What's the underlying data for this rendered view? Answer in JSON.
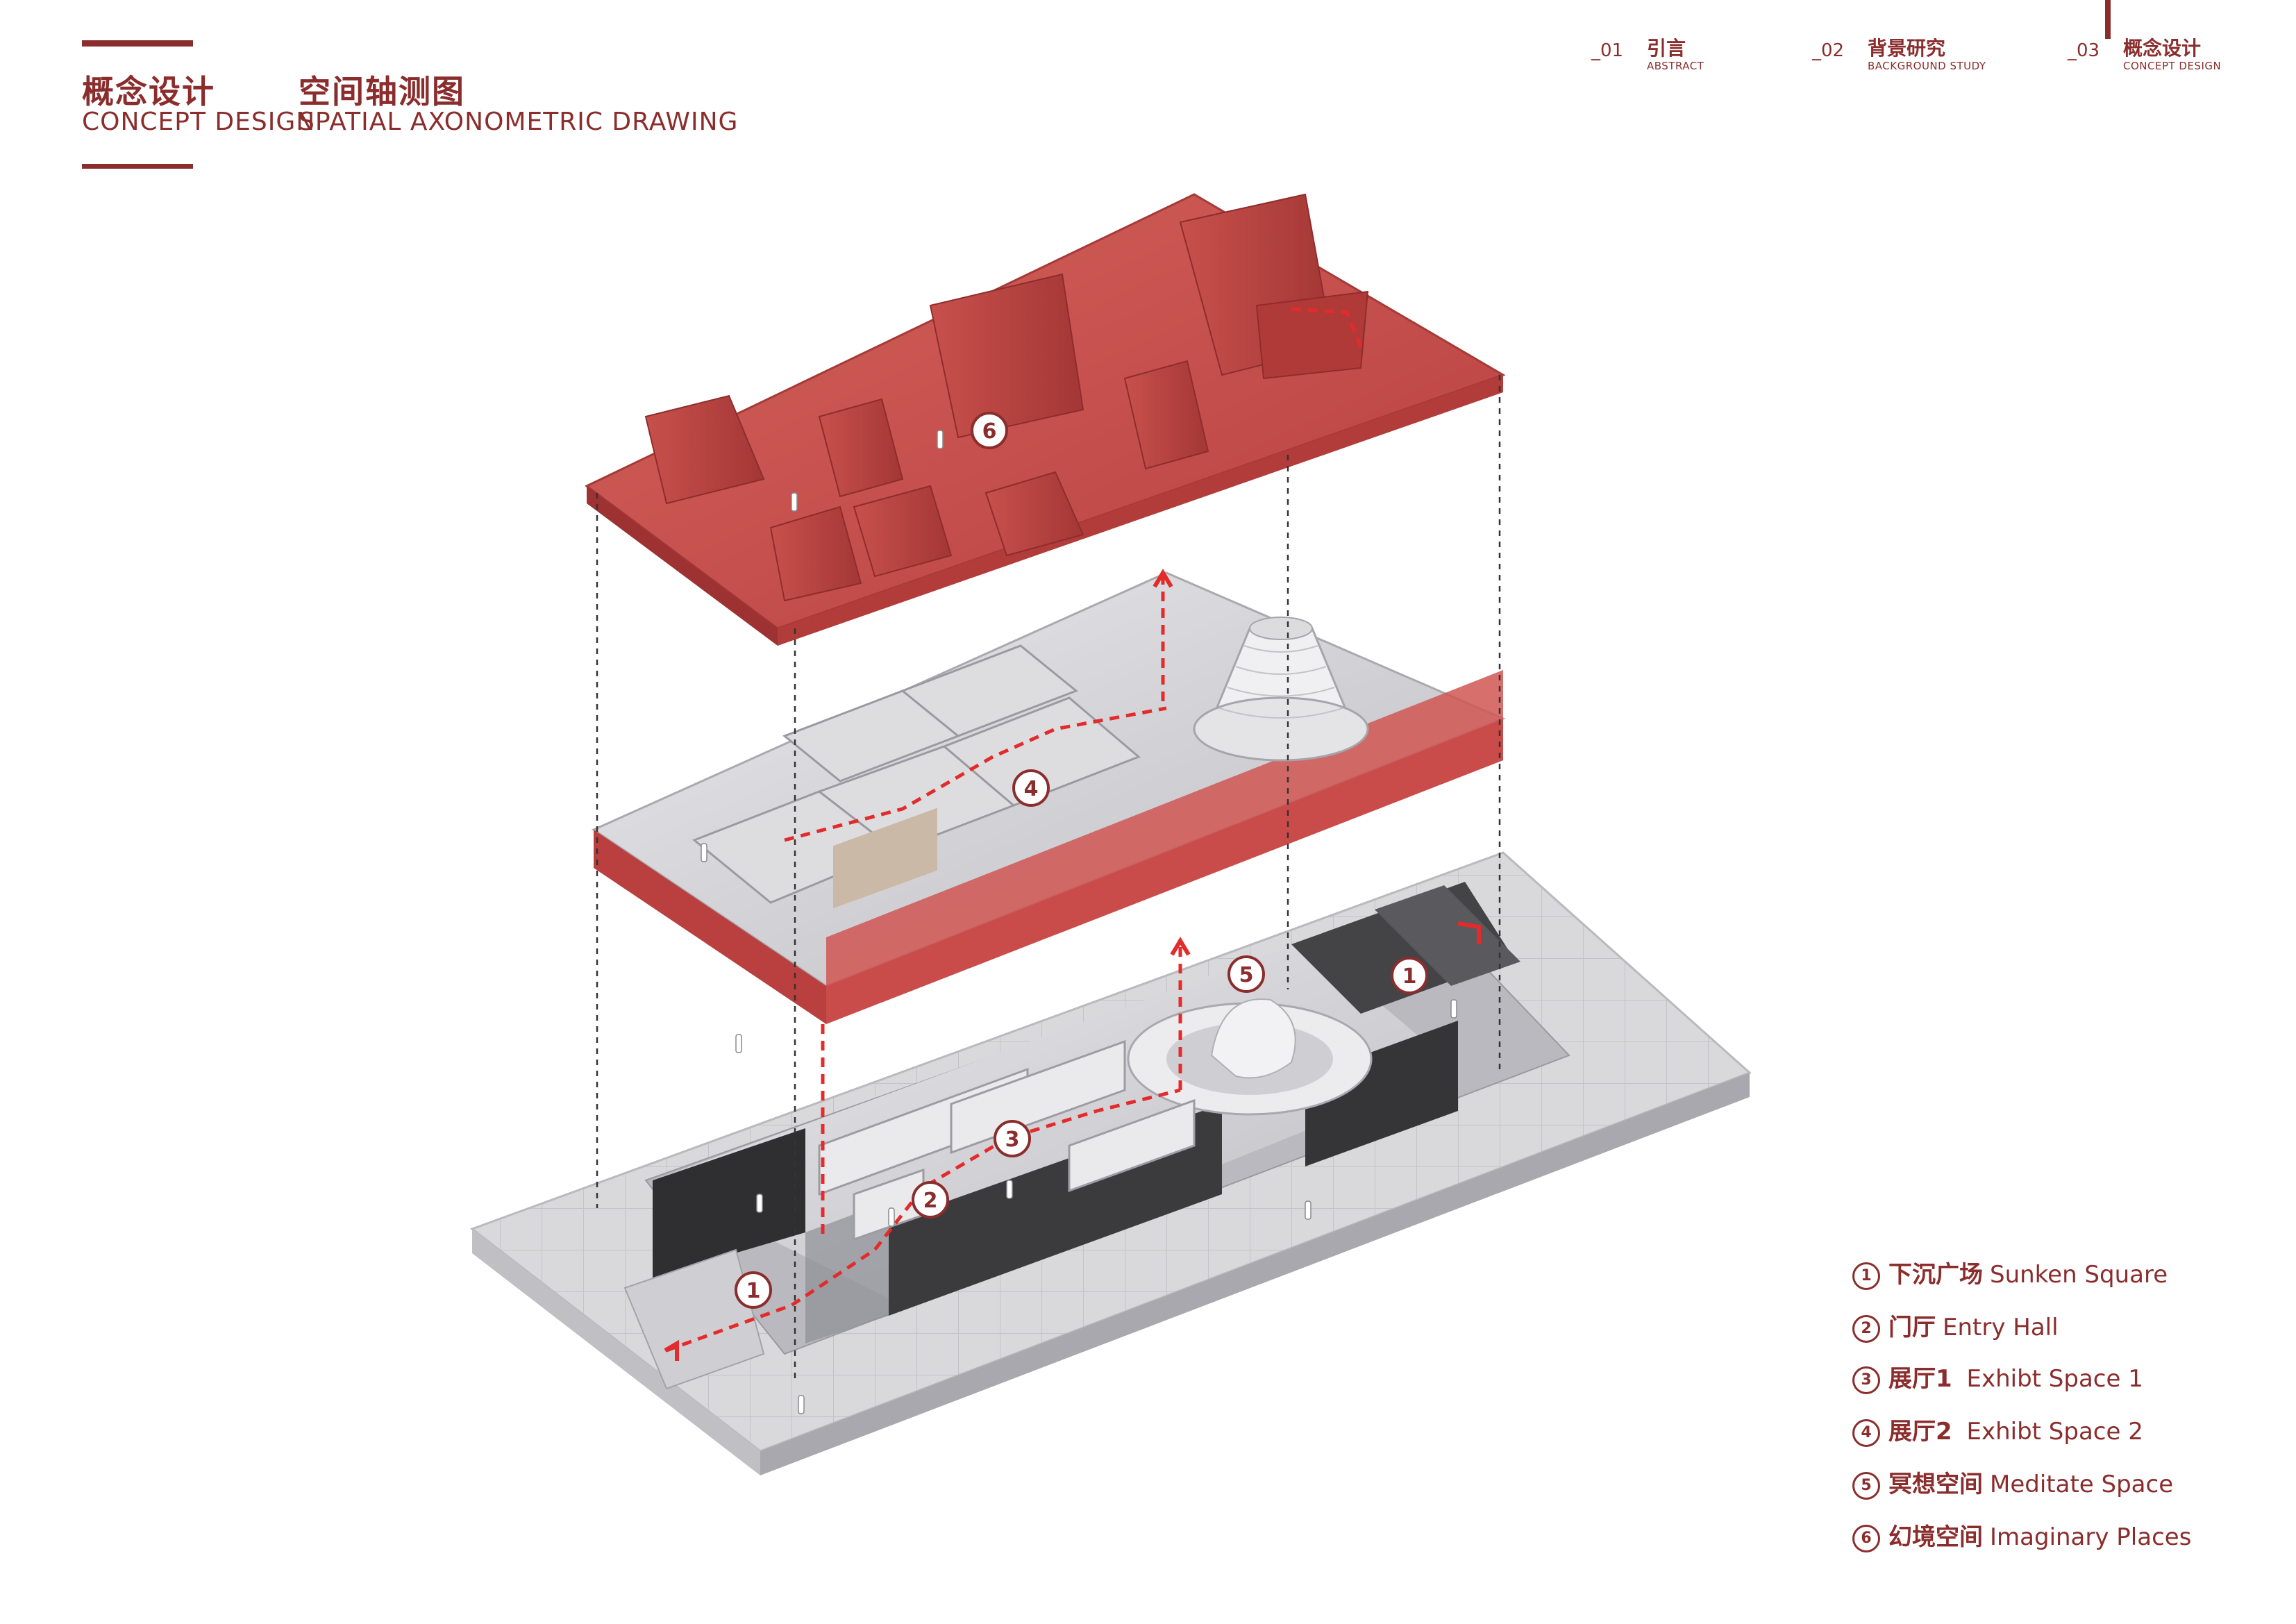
{
  "header": {
    "title_cn_1": "概念设计",
    "title_cn_2": "空间轴测图",
    "title_en_1": "CONCEPT DESIGN",
    "title_en_2": "SPATIAL AXONOMETRIC DRAWING"
  },
  "nav": [
    {
      "num": "_01",
      "cn": "引言",
      "en": "ABSTRACT"
    },
    {
      "num": "_02",
      "cn": "背景研究",
      "en": "BACKGROUND STUDY"
    },
    {
      "num": "_03",
      "cn": "概念设计",
      "en": "CONCEPT DESIGN"
    }
  ],
  "markers": [
    "1",
    "2",
    "3",
    "4",
    "5",
    "6",
    "1"
  ],
  "legend": [
    {
      "num": "1",
      "cn": "下沉广场",
      "en": "Sunken Square"
    },
    {
      "num": "2",
      "cn": "门厅",
      "en": "Entry Hall"
    },
    {
      "num": "3",
      "cn": "展厅1",
      "en": " Exhibt Space 1"
    },
    {
      "num": "4",
      "cn": "展厅2",
      "en": " Exhibt Space 2"
    },
    {
      "num": "5",
      "cn": "冥想空间",
      "en": "Meditate Space"
    },
    {
      "num": "6",
      "cn": "幻境空间",
      "en": "Imaginary Places"
    }
  ],
  "colors": {
    "brand": "#8b2d2d",
    "roof": "#c24a48",
    "roof_dark": "#9e3232",
    "wall_red": "#c94c4a",
    "route": "#e32b2b",
    "ground": "#dcdcde",
    "dark_wall": "#3a3a3a"
  }
}
